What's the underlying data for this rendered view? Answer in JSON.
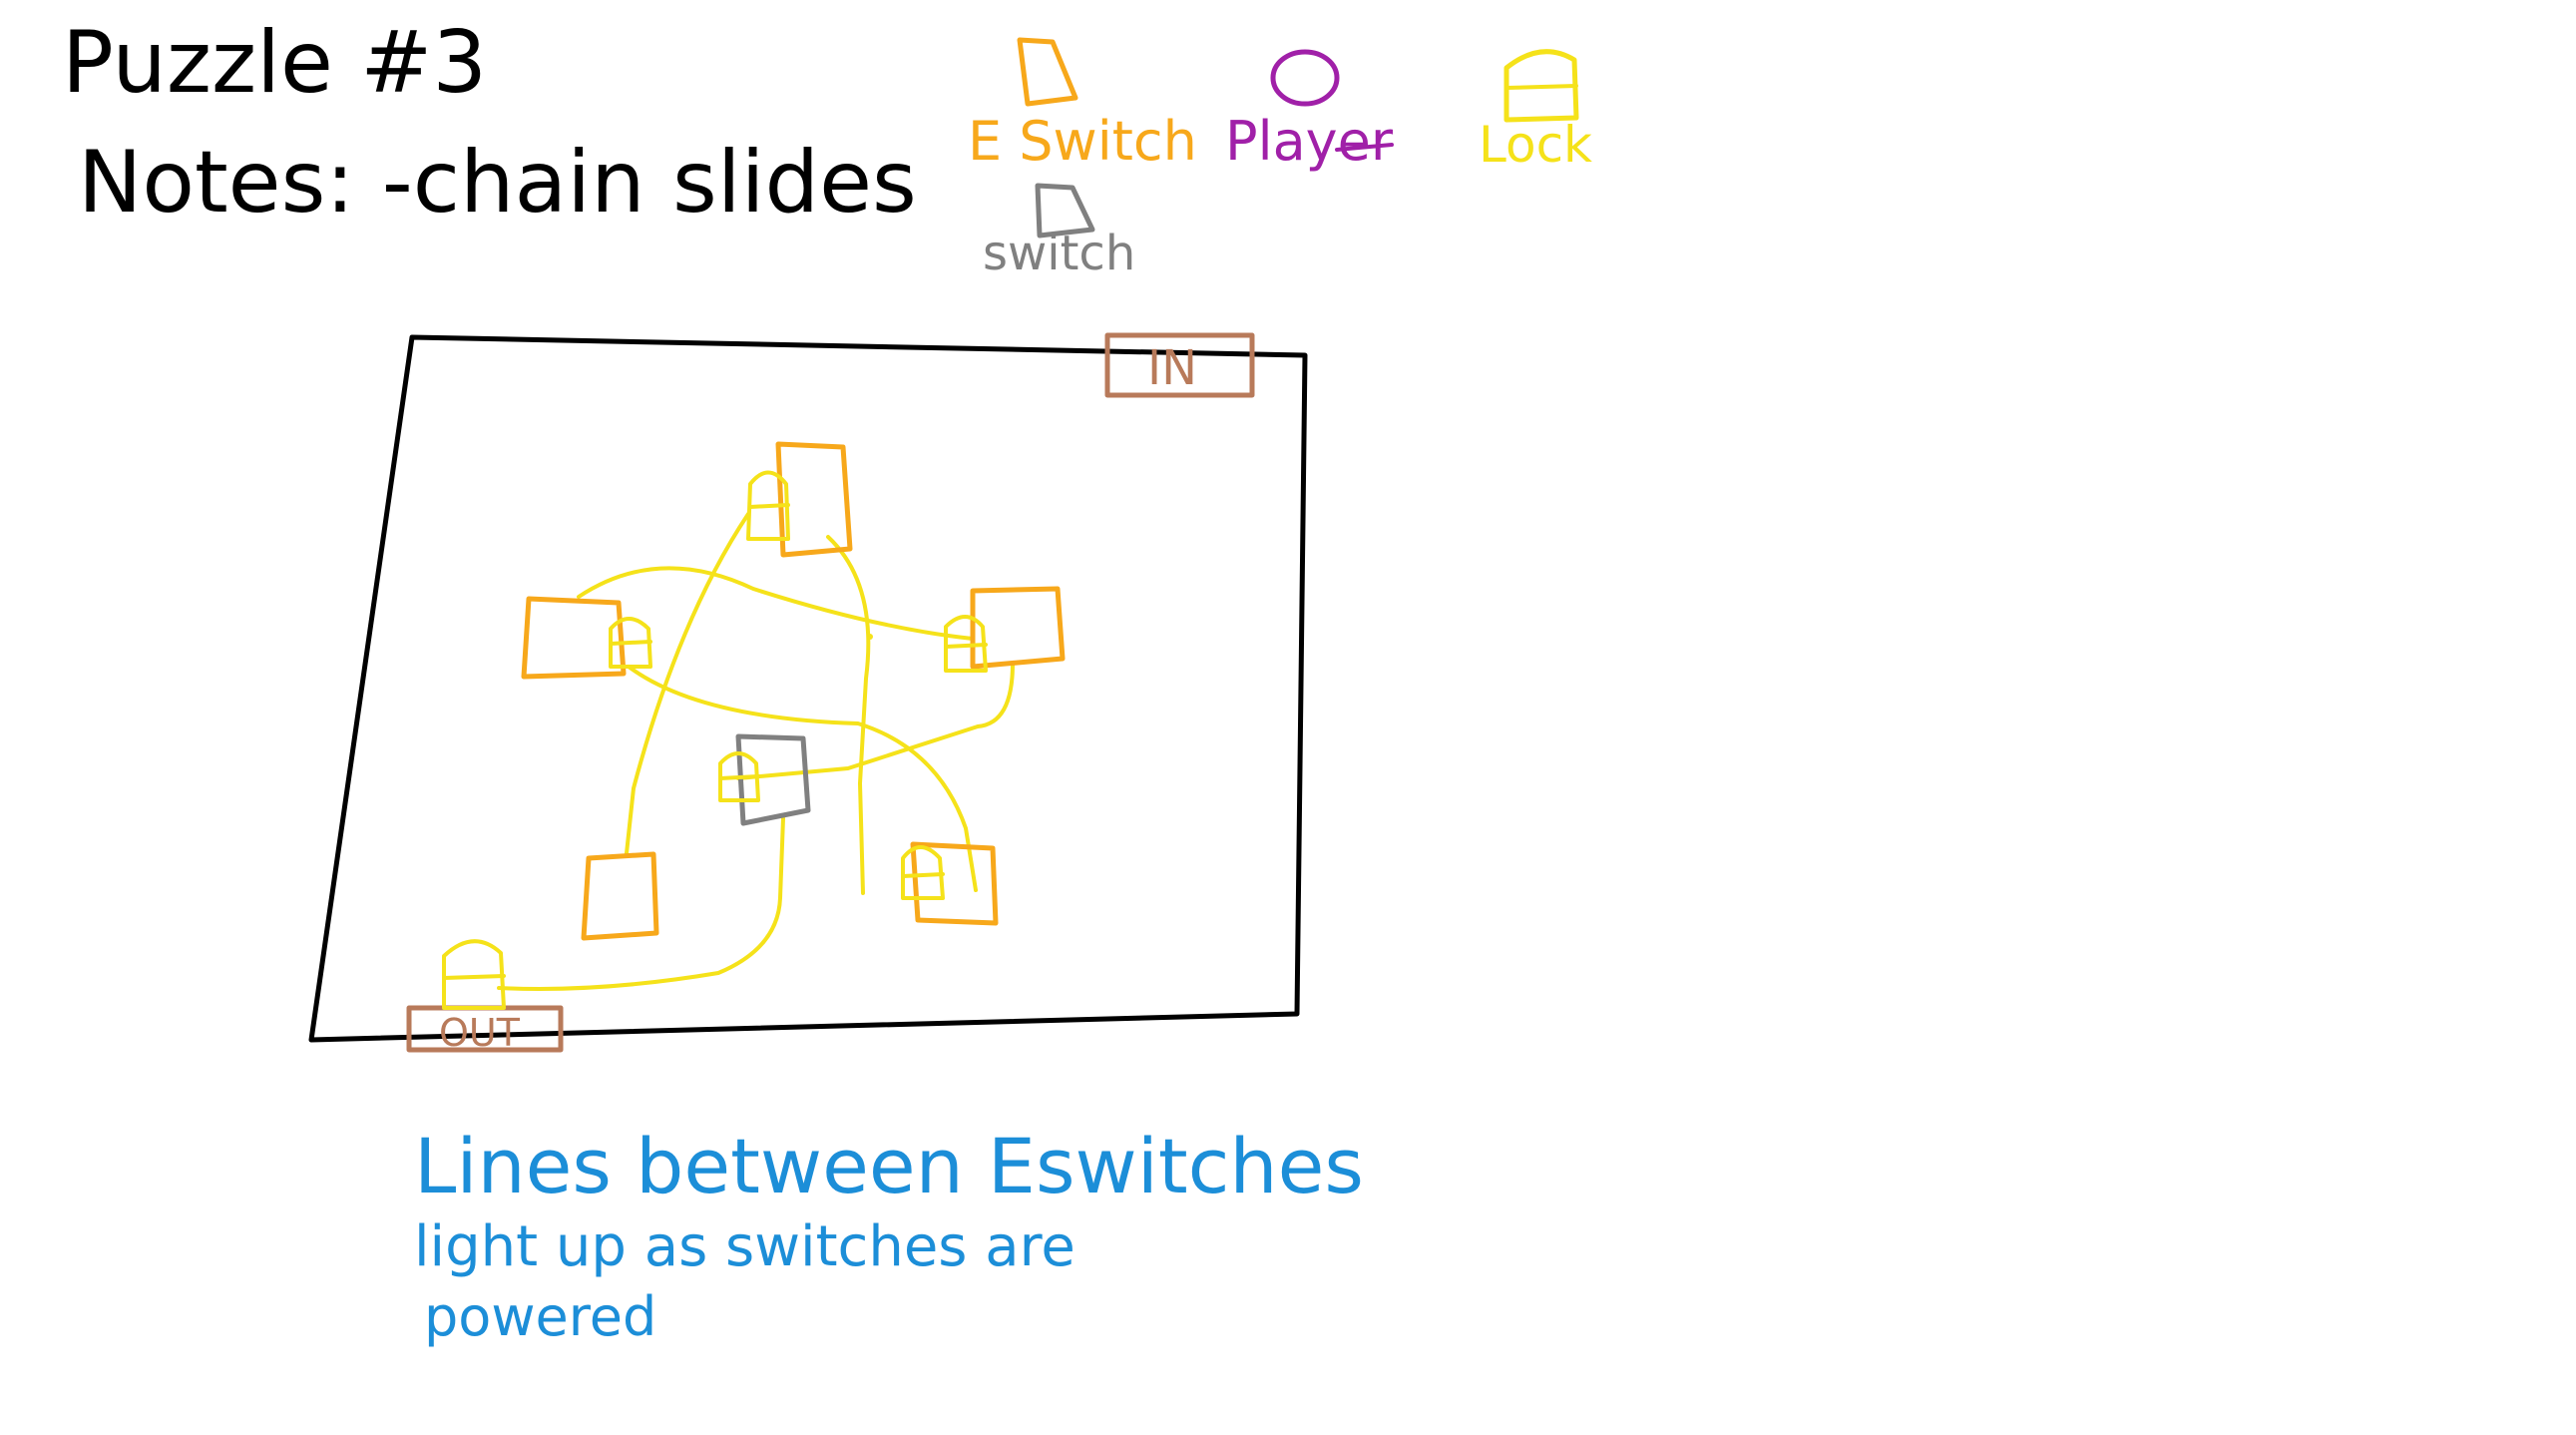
{
  "title": "Puzzle #3",
  "notes": "Notes: -chain slides",
  "legend": {
    "eswitch": {
      "label": "E Switch",
      "color": "#f7a81b"
    },
    "player": {
      "label": "Player",
      "color": "#a020a8"
    },
    "lock": {
      "label": "Lock",
      "color": "#f5e21a"
    },
    "switch": {
      "label": "switch",
      "color": "#808080"
    }
  },
  "board": {
    "entrance_label": "IN",
    "exit_label": "OUT",
    "border_color": "#000000",
    "door_color": "#b87a5a",
    "wire_color": "#f5e21a"
  },
  "caption": {
    "lines": [
      "Lines between Eswitches",
      "light up as switches are",
      "powered"
    ],
    "color": "#1c8ed8"
  }
}
